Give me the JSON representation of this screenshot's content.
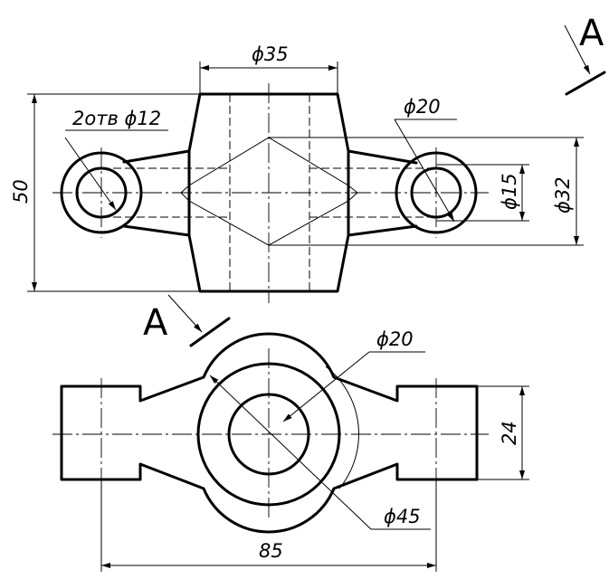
{
  "dimensions": {
    "d35": "ϕ35",
    "holes": "2отв ϕ12",
    "d20_top": "ϕ20",
    "d15": "ϕ15",
    "d32": "ϕ32",
    "h50": "50",
    "d20_bottom": "ϕ20",
    "w24": "24",
    "d45": "ϕ45",
    "w85": "85"
  },
  "section": {
    "letter_top": "А",
    "letter_bottom": "А"
  }
}
